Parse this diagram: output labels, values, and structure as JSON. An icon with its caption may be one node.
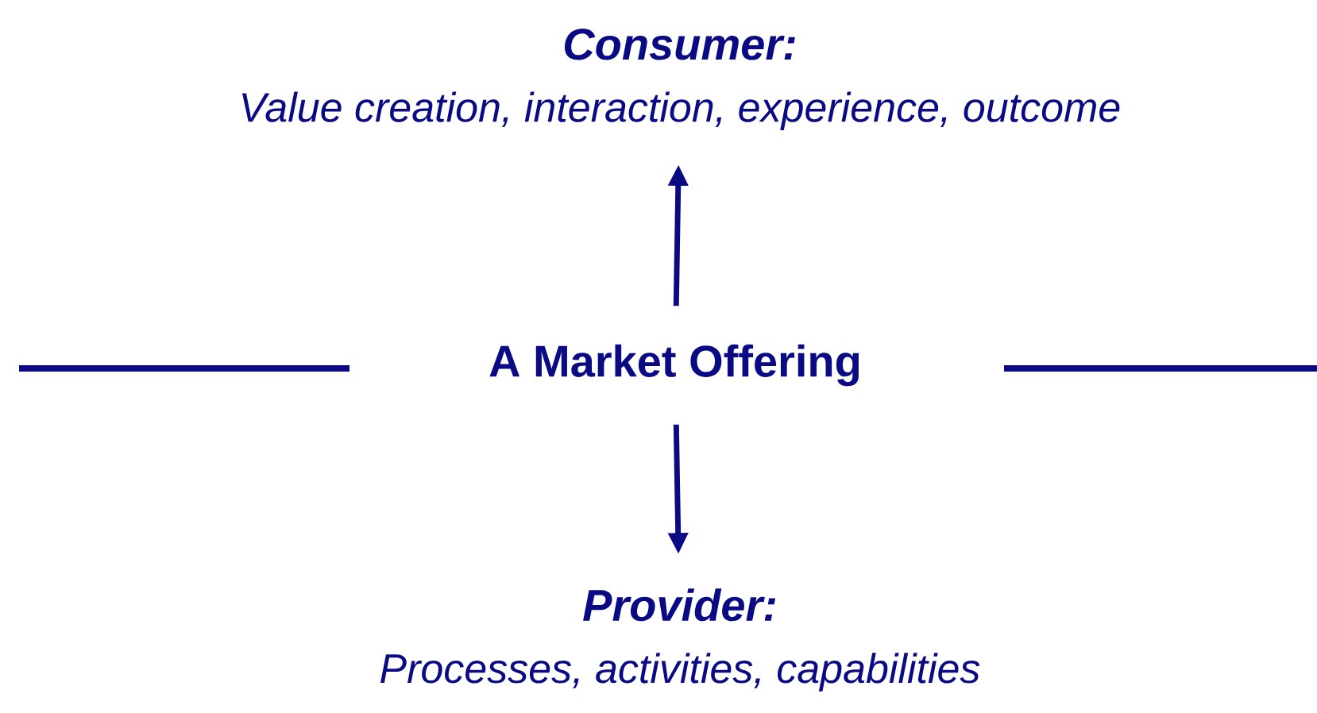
{
  "diagram": {
    "nodes": [
      {
        "text": [
          "Consumer:",
          "Value creation, interaction, experience, outcome"
        ]
      },
      {
        "text": [
          "A Market Offering"
        ]
      },
      {
        "text": [
          "Provider:",
          "Processes, activities, capabilities"
        ]
      }
    ],
    "edges": [
      {
        "from": 1,
        "to": 0,
        "arrow": "to"
      },
      {
        "from": 1,
        "to": 2,
        "arrow": "to"
      }
    ]
  }
}
